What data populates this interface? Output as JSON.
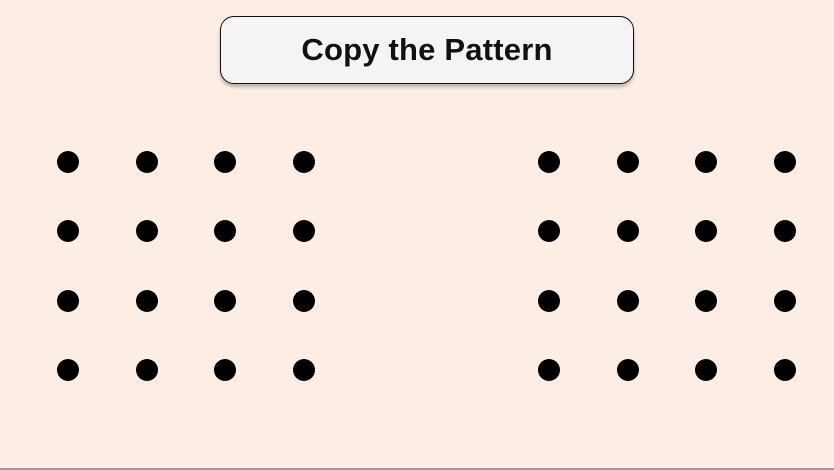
{
  "title": "Copy the Pattern",
  "colors": {
    "background": "#FCEEE5",
    "title_box": "#F4F4F4",
    "dot": "#000000"
  },
  "grids": [
    {
      "id": "left",
      "rows": 4,
      "cols": 4
    },
    {
      "id": "right",
      "rows": 4,
      "cols": 4
    }
  ]
}
